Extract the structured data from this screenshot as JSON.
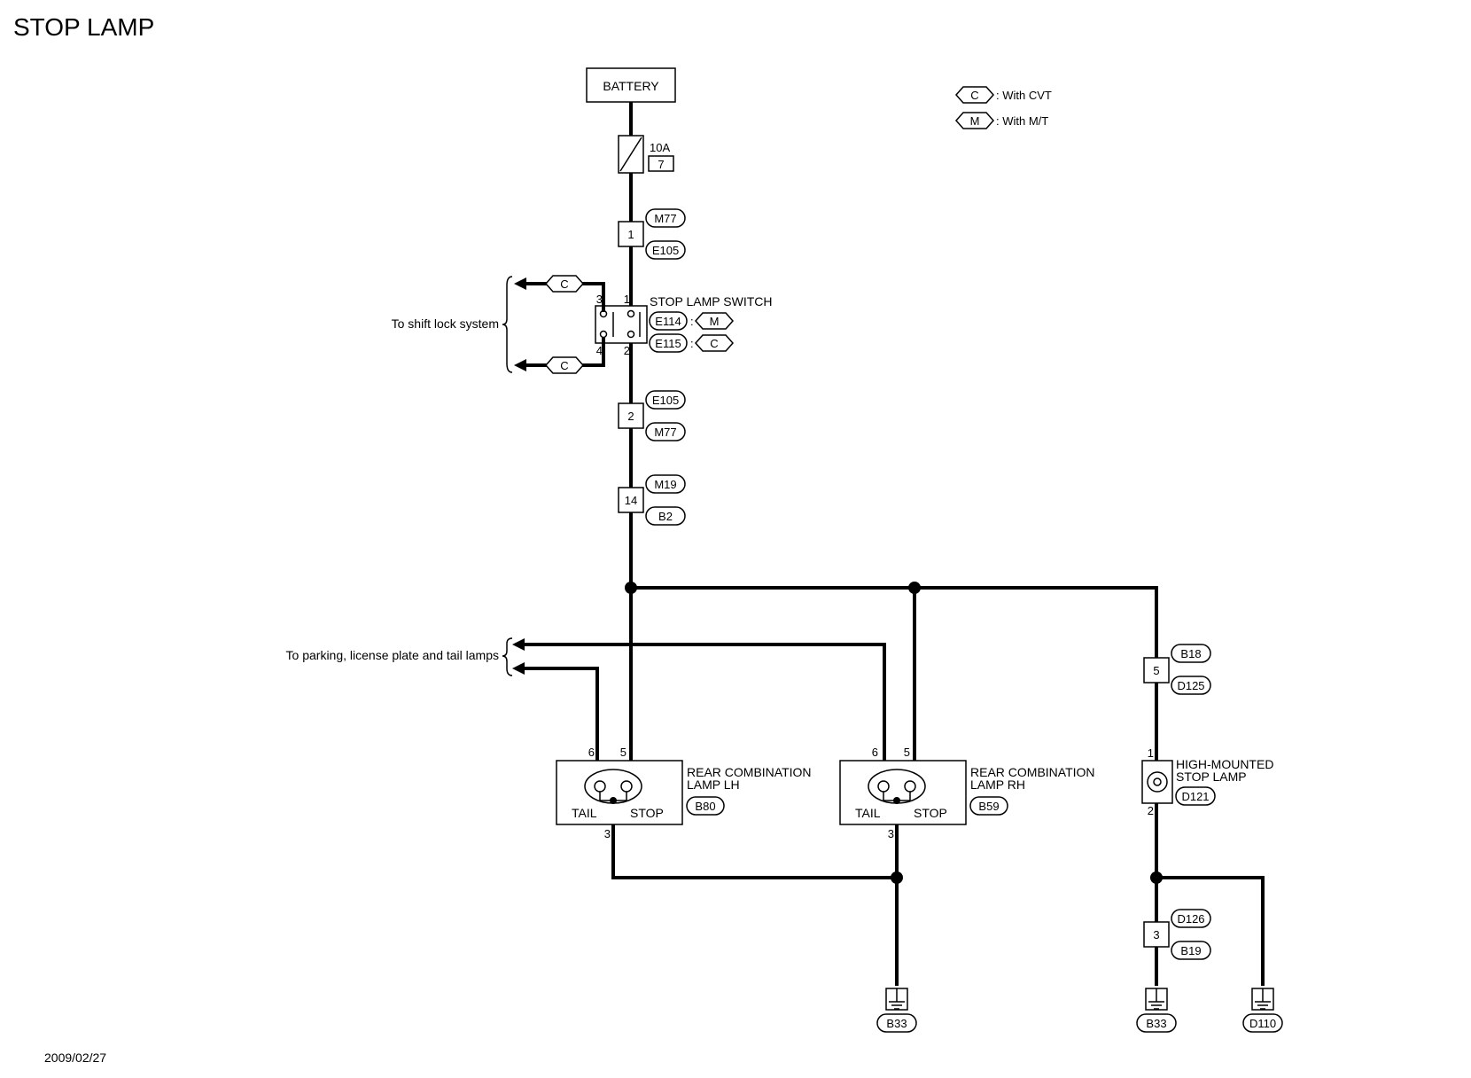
{
  "title": "STOP LAMP",
  "date": "2009/02/27",
  "legend": [
    {
      "code": "C",
      "text": ": With CVT"
    },
    {
      "code": "M",
      "text": ": With M/T"
    }
  ],
  "battery": "BATTERY",
  "fuse": {
    "rating": "10A",
    "number": "7"
  },
  "joint1": {
    "pin": "1",
    "top": "M77",
    "bottom": "E105"
  },
  "switch": {
    "name": "STOP LAMP SWITCH",
    "pins": [
      "1",
      "2",
      "3",
      "4"
    ],
    "conn1": "E114",
    "variant1": "M",
    "conn2": "E115",
    "variant2": "C",
    "branch_code": "C",
    "dest": "To shift lock system"
  },
  "joint2": {
    "pin": "2",
    "top": "E105",
    "bottom": "M77"
  },
  "joint3": {
    "pin": "14",
    "top": "M19",
    "bottom": "B2"
  },
  "tail_dest": "To parking, license plate and tail lamps",
  "lamp_lh": {
    "name1": "REAR COMBINATION",
    "name2": "LAMP LH",
    "conn": "B80",
    "tail": "TAIL",
    "stop": "STOP",
    "pin_tail": "6",
    "pin_stop": "5",
    "pin_gnd": "3"
  },
  "lamp_rh": {
    "name1": "REAR COMBINATION",
    "name2": "LAMP RH",
    "conn": "B59",
    "tail": "TAIL",
    "stop": "STOP",
    "pin_tail": "6",
    "pin_stop": "5",
    "pin_gnd": "3"
  },
  "joint4": {
    "pin": "5",
    "top": "B18",
    "bottom": "D125"
  },
  "hmsl": {
    "name1": "HIGH-MOUNTED",
    "name2": "STOP LAMP",
    "conn": "D121",
    "pin_in": "1",
    "pin_out": "2"
  },
  "joint5": {
    "pin": "3",
    "top": "D126",
    "bottom": "B19"
  },
  "grounds": [
    "B33",
    "B33",
    "D110"
  ]
}
